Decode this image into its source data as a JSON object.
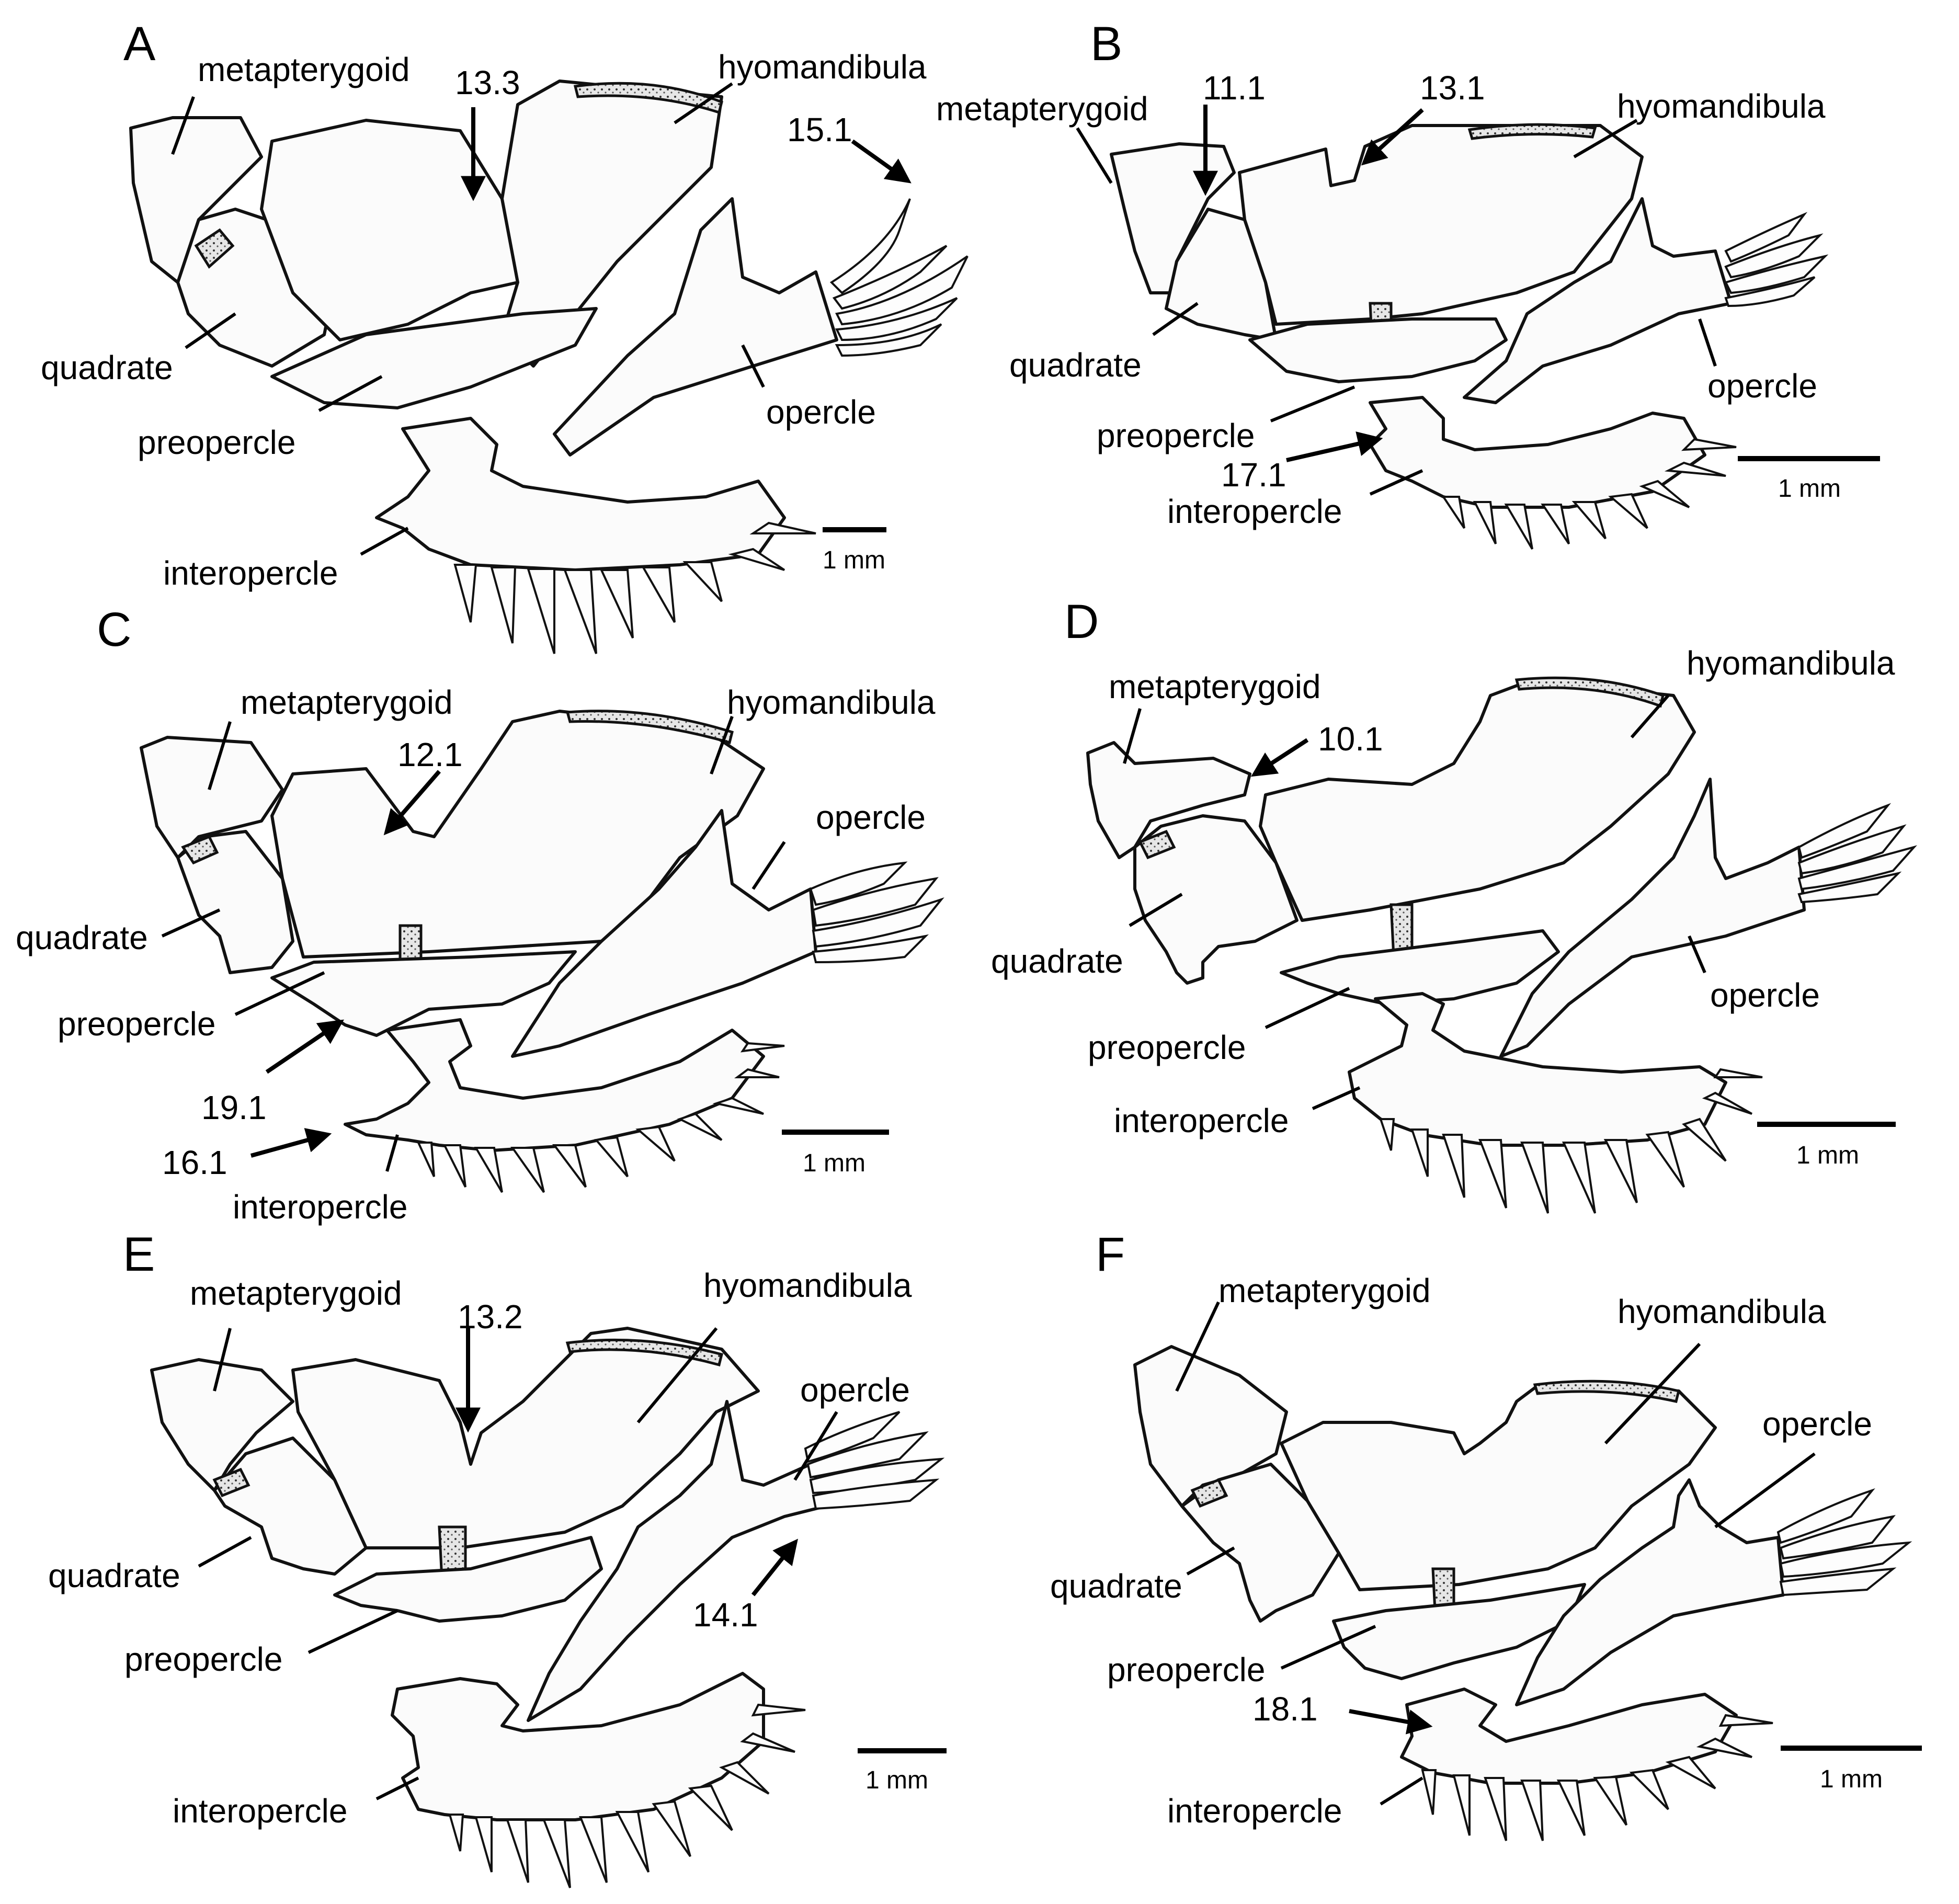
{
  "panels": [
    {
      "letter": "A",
      "labels": {
        "metapterygoid": "metapterygoid",
        "hyomandibula": "hyomandibula",
        "quadrate": "quadrate",
        "preopercle": "preopercle",
        "opercle": "opercle",
        "interopercle": "interopercle"
      },
      "characters": [
        "13.3",
        "15.1"
      ],
      "scale": "1 mm"
    },
    {
      "letter": "B",
      "labels": {
        "metapterygoid": "metapterygoid",
        "hyomandibula": "hyomandibula",
        "quadrate": "quadrate",
        "preopercle": "preopercle",
        "opercle": "opercle",
        "interopercle": "interopercle"
      },
      "characters": [
        "11.1",
        "13.1",
        "17.1"
      ],
      "scale": "1 mm"
    },
    {
      "letter": "C",
      "labels": {
        "metapterygoid": "metapterygoid",
        "hyomandibula": "hyomandibula",
        "quadrate": "quadrate",
        "preopercle": "preopercle",
        "opercle": "opercle",
        "interopercle": "interopercle"
      },
      "characters": [
        "12.1",
        "19.1",
        "16.1"
      ],
      "scale": "1 mm"
    },
    {
      "letter": "D",
      "labels": {
        "metapterygoid": "metapterygoid",
        "hyomandibula": "hyomandibula",
        "quadrate": "quadrate",
        "preopercle": "preopercle",
        "opercle": "opercle",
        "interopercle": "interopercle"
      },
      "characters": [
        "10.1"
      ],
      "scale": "1 mm"
    },
    {
      "letter": "E",
      "labels": {
        "metapterygoid": "metapterygoid",
        "hyomandibula": "hyomandibula",
        "quadrate": "quadrate",
        "preopercle": "preopercle",
        "opercle": "opercle",
        "interopercle": "interopercle"
      },
      "characters": [
        "13.2",
        "14.1"
      ],
      "scale": "1 mm"
    },
    {
      "letter": "F",
      "labels": {
        "metapterygoid": "metapterygoid",
        "hyomandibula": "hyomandibula",
        "quadrate": "quadrate",
        "preopercle": "preopercle",
        "opercle": "opercle",
        "interopercle": "interopercle"
      },
      "characters": [
        "18.1"
      ],
      "scale": "1 mm"
    }
  ]
}
